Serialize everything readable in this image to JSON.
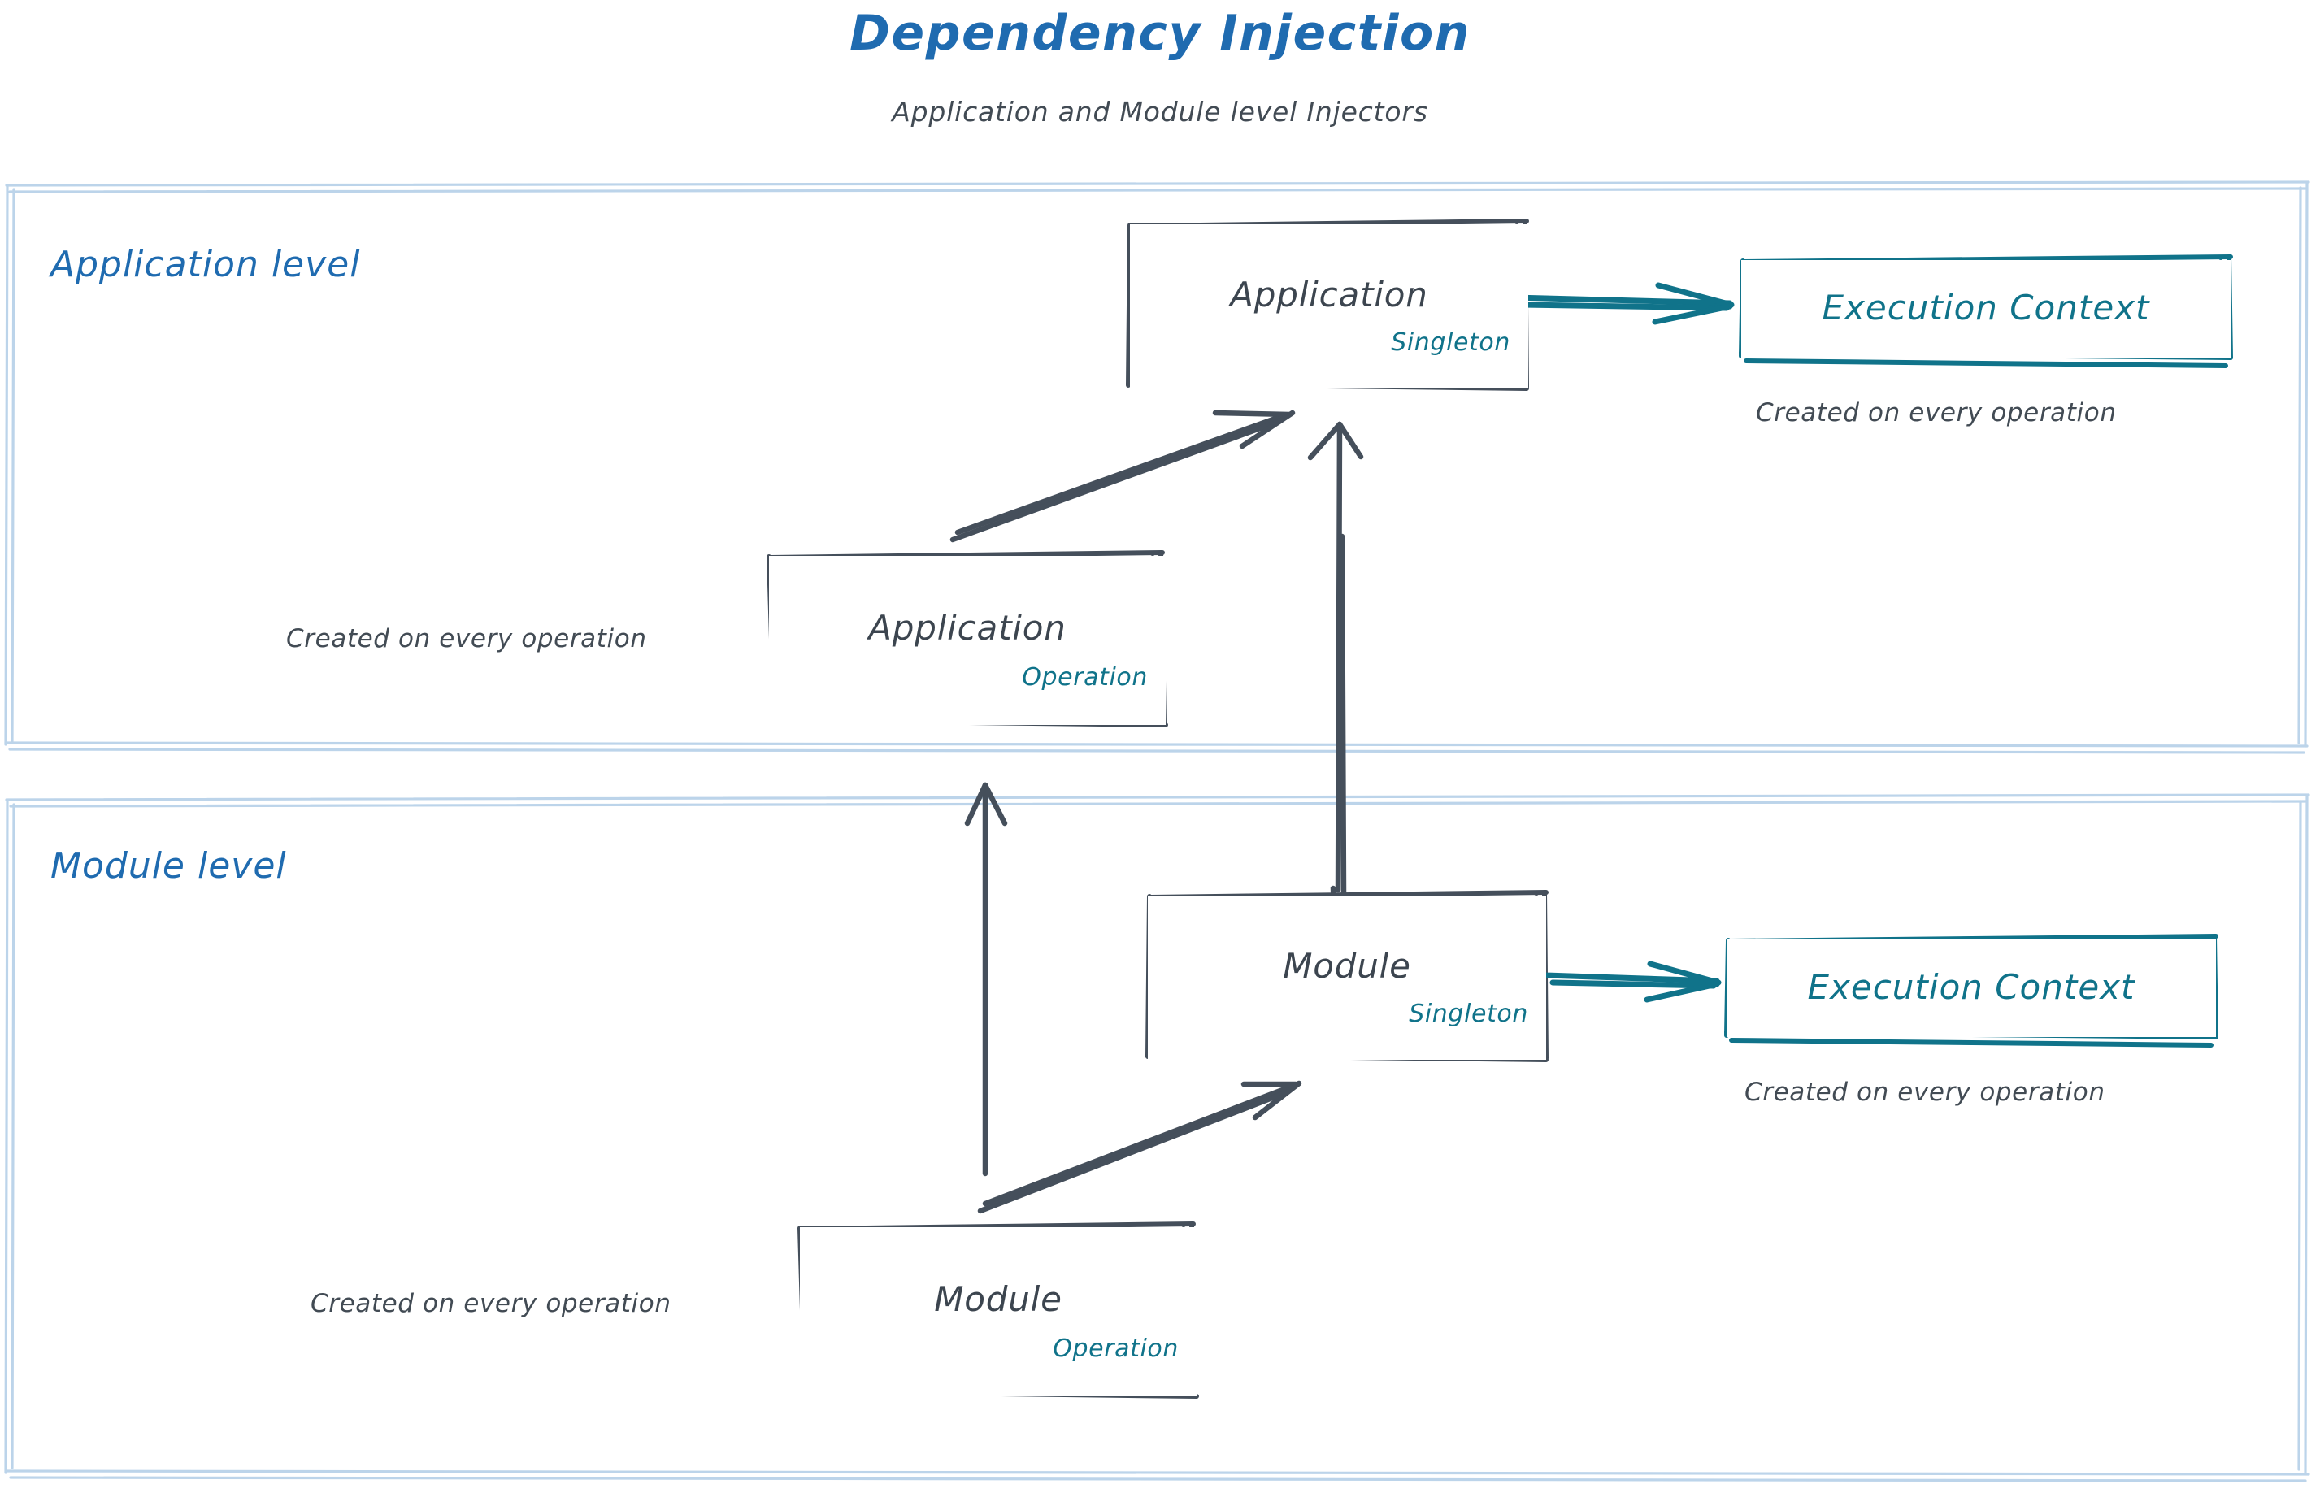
{
  "header": {
    "title": "Dependency Injection",
    "subtitle": "Application and Module level Injectors"
  },
  "colors": {
    "title_blue": "#1f6bb0",
    "panel_border": "#bcd4ea",
    "node_stroke": "#454f5b",
    "accent_teal": "#10738a",
    "caption_gray": "#424b54",
    "background": "#ffffff"
  },
  "panels": [
    {
      "id": "application-level",
      "label": "Application level"
    },
    {
      "id": "module-level",
      "label": "Module level"
    }
  ],
  "nodes": {
    "application_singleton": {
      "title": "Application",
      "badge": "Singleton"
    },
    "application_operation": {
      "title": "Application",
      "badge": "Operation"
    },
    "module_singleton": {
      "title": "Module",
      "badge": "Singleton"
    },
    "module_operation": {
      "title": "Module",
      "badge": "Operation"
    },
    "app_execution_context": {
      "title": "Execution Context"
    },
    "module_execution_context": {
      "title": "Execution Context"
    }
  },
  "captions": {
    "app_context_note": "Created on every operation",
    "app_operation_note": "Created on every operation",
    "module_context_note": "Created on every operation",
    "module_operation_note": "Created on every operation"
  },
  "edges": [
    {
      "id": "app-singleton-to-app-context",
      "from": "application_singleton",
      "to": "app_execution_context",
      "style": "teal-arrow"
    },
    {
      "id": "app-operation-to-app-singleton",
      "from": "application_operation",
      "to": "application_singleton",
      "style": "double-line-arrow"
    },
    {
      "id": "module-singleton-to-app-singleton",
      "from": "module_singleton",
      "to": "application_singleton",
      "style": "single-line-arrow"
    },
    {
      "id": "module-singleton-to-module-context",
      "from": "module_singleton",
      "to": "module_execution_context",
      "style": "teal-arrow"
    },
    {
      "id": "module-operation-to-module-singleton",
      "from": "module_operation",
      "to": "module_singleton",
      "style": "double-line-arrow"
    },
    {
      "id": "module-operation-to-app-operation",
      "from": "module_operation",
      "to": "application_operation",
      "style": "single-line-arrow"
    }
  ]
}
